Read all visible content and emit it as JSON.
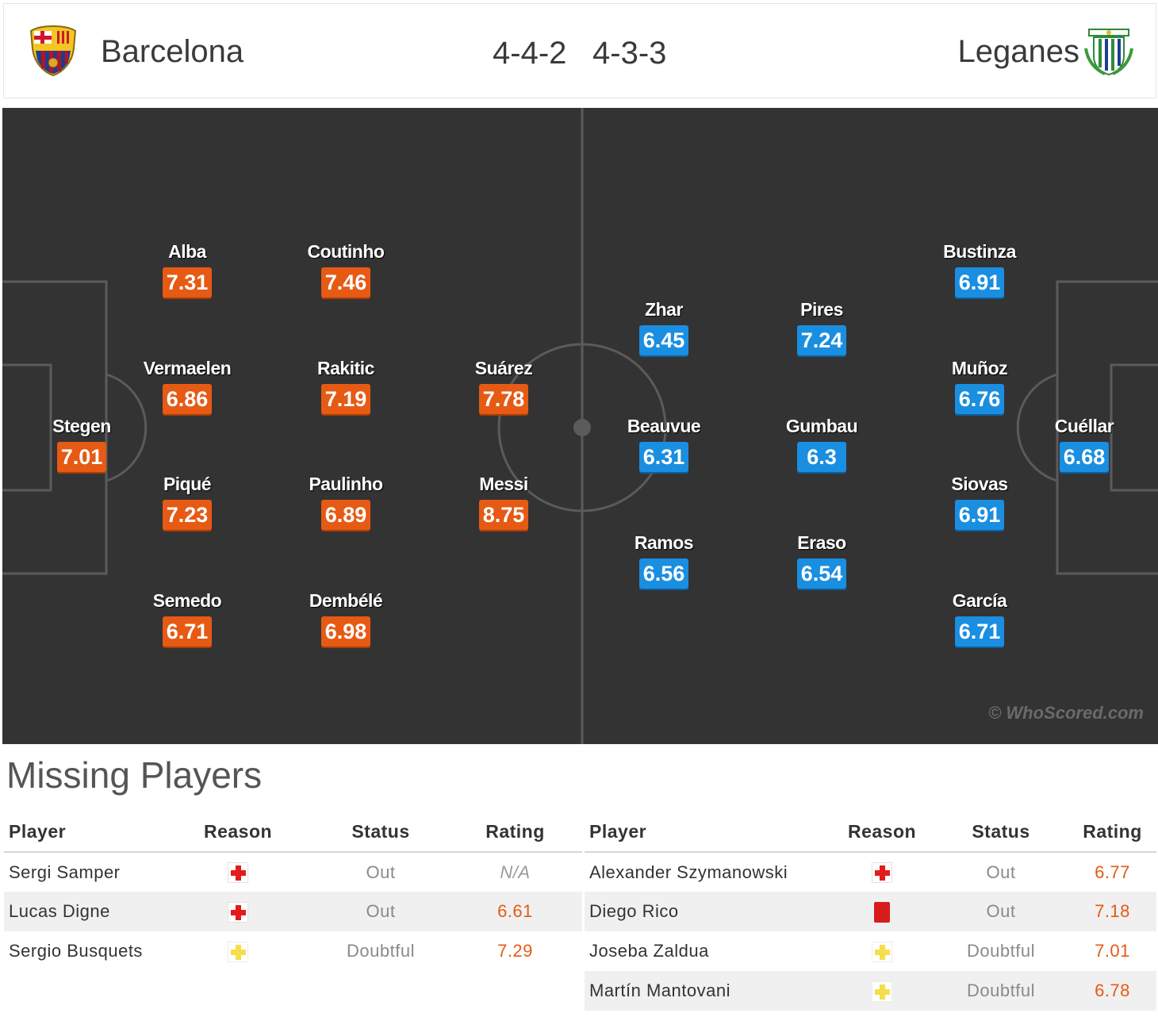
{
  "header": {
    "home_team": "Barcelona",
    "away_team": "Leganes",
    "home_formation": "4-4-2",
    "away_formation": "4-3-3",
    "home_crest_icon": "barcelona-crest",
    "away_crest_icon": "leganes-crest"
  },
  "pitch": {
    "watermark": "© WhoScored.com",
    "home_color": "#e65a14",
    "away_color": "#1a8ee1",
    "home_players": [
      {
        "name": "Stegen",
        "rating": "7.01"
      },
      {
        "name": "Alba",
        "rating": "7.31"
      },
      {
        "name": "Vermaelen",
        "rating": "6.86"
      },
      {
        "name": "Piqué",
        "rating": "7.23"
      },
      {
        "name": "Semedo",
        "rating": "6.71"
      },
      {
        "name": "Coutinho",
        "rating": "7.46"
      },
      {
        "name": "Rakitic",
        "rating": "7.19"
      },
      {
        "name": "Paulinho",
        "rating": "6.89"
      },
      {
        "name": "Dembélé",
        "rating": "6.98"
      },
      {
        "name": "Suárez",
        "rating": "7.78"
      },
      {
        "name": "Messi",
        "rating": "8.75"
      }
    ],
    "away_players": [
      {
        "name": "Zhar",
        "rating": "6.45"
      },
      {
        "name": "Beauvue",
        "rating": "6.31"
      },
      {
        "name": "Ramos",
        "rating": "6.56"
      },
      {
        "name": "Pires",
        "rating": "7.24"
      },
      {
        "name": "Gumbau",
        "rating": "6.3"
      },
      {
        "name": "Eraso",
        "rating": "6.54"
      },
      {
        "name": "Bustinza",
        "rating": "6.91"
      },
      {
        "name": "Muñoz",
        "rating": "6.76"
      },
      {
        "name": "Siovas",
        "rating": "6.91"
      },
      {
        "name": "García",
        "rating": "6.71"
      },
      {
        "name": "Cuéllar",
        "rating": "6.68"
      }
    ]
  },
  "missing": {
    "title": "Missing Players",
    "columns": {
      "player": "Player",
      "reason": "Reason",
      "status": "Status",
      "rating": "Rating"
    },
    "home": [
      {
        "player": "Sergi Samper",
        "reason": "injury",
        "status": "Out",
        "rating": "N/A"
      },
      {
        "player": "Lucas Digne",
        "reason": "injury",
        "status": "Out",
        "rating": "6.61"
      },
      {
        "player": "Sergio Busquets",
        "reason": "doubt",
        "status": "Doubtful",
        "rating": "7.29"
      }
    ],
    "away": [
      {
        "player": "Alexander Szymanowski",
        "reason": "injury",
        "status": "Out",
        "rating": "6.77"
      },
      {
        "player": "Diego Rico",
        "reason": "red-card",
        "status": "Out",
        "rating": "7.18"
      },
      {
        "player": "Joseba Zaldua",
        "reason": "doubt",
        "status": "Doubtful",
        "rating": "7.01"
      },
      {
        "player": "Martín Mantovani",
        "reason": "doubt",
        "status": "Doubtful",
        "rating": "6.78"
      }
    ]
  }
}
